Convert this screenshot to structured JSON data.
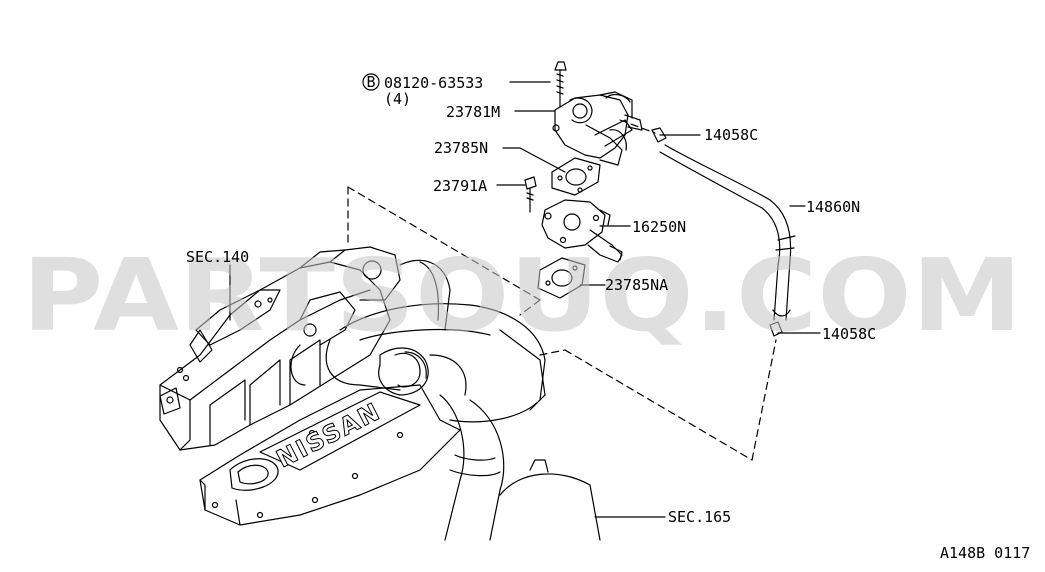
{
  "diagram": {
    "watermark": "PARTSOUQ.COM",
    "callouts": {
      "bolt_part": "08120-63533",
      "bolt_qty": "(4)",
      "bolt_symbol": "B",
      "valve": "23781M",
      "gasket_upper": "23785N",
      "screw": "23791A",
      "aac_valve": "16250N",
      "gasket_lower": "23785NA",
      "clamp_upper": "14058C",
      "hose": "14860N",
      "clamp_lower": "14058C",
      "section_engine": "SEC.140",
      "section_intake": "SEC.165",
      "engine_badge": "NISSAN"
    },
    "figure_code": "A148B 0117"
  }
}
